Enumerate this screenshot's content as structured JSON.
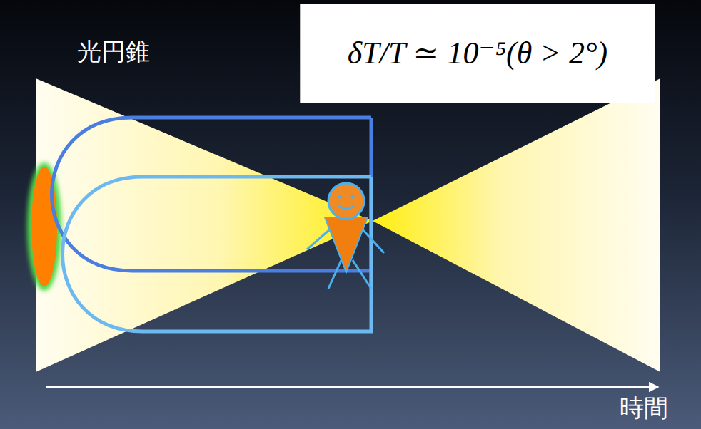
{
  "diagram": {
    "nodes": [
      {
        "text": [
          "δT/T ≃ 10⁻⁵(θ > 2°)"
        ]
      }
    ],
    "labels": [
      "光円錐",
      "時間"
    ]
  }
}
